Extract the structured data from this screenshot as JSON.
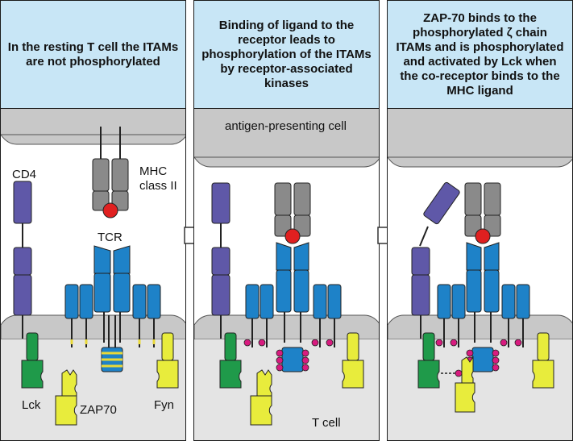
{
  "panels": [
    {
      "caption": "In the resting T cell the ITAMs are not phosphorylated",
      "labels": {
        "cd4": "CD4",
        "mhc_line1": "MHC",
        "mhc_line2": "class II",
        "tcr": "TCR",
        "lck": "Lck",
        "zap70": "ZAP70",
        "fyn": "Fyn"
      }
    },
    {
      "caption": "Binding of ligand to the receptor leads to phosphorylation of the ITAMs by receptor-associated kinases",
      "labels": {
        "apc": "antigen-presenting cell",
        "tcell": "T cell"
      }
    },
    {
      "caption": "ZAP-70 binds to the phosphorylated ζ chain ITAMs and is phosphorylated and activated by Lck when the co-receptor binds to the MHC ligand",
      "labels": {}
    }
  ],
  "colors": {
    "caption_bg": "#c8e6f6",
    "membrane": "#c8c8c8",
    "cd4": "#5f58a8",
    "mhc": "#8a8a8a",
    "tcr": "#1e82c8",
    "ligand": "#e02020",
    "lck": "#1f9a4a",
    "zap70_fyn": "#e8ec3c",
    "phosphate": "#d81b7f"
  }
}
